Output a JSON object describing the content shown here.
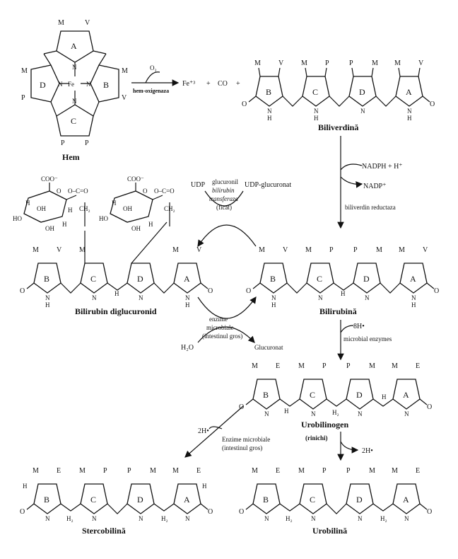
{
  "molecules": {
    "hem": {
      "name": "Hem",
      "center": "Fe",
      "rings": [
        "A",
        "B",
        "C",
        "D"
      ],
      "n": "N",
      "top": [
        "M",
        "V"
      ],
      "right": [
        "M",
        "V"
      ],
      "left": [
        "M",
        "P"
      ],
      "bottom": [
        "P",
        "P"
      ]
    },
    "biliverdina": {
      "name": "Biliverdină",
      "rings": [
        "B",
        "C",
        "D",
        "A"
      ],
      "substituents": [
        "M",
        "V",
        "M",
        "P",
        "P",
        "M",
        "M",
        "V"
      ],
      "n": "N",
      "nh": "N\nH",
      "h": "H",
      "o": "O"
    },
    "bilirubin_diglucuronid": {
      "name": "Bilirubin diglucuronid",
      "rings": [
        "B",
        "C",
        "D",
        "A"
      ],
      "substituents": [
        "M",
        "V",
        "M",
        "M",
        "V"
      ],
      "h": "H",
      "n": "N",
      "o": "O",
      "sugar_labels": [
        "COO⁻",
        "O",
        "O–C=O",
        "OH",
        "HO",
        "H",
        "H",
        "OH",
        "H",
        "CH₂",
        "CH₂",
        "H",
        "H"
      ]
    },
    "bilirubina": {
      "name": "Bilirubină",
      "rings": [
        "B",
        "C",
        "D",
        "A"
      ],
      "substituents": [
        "M",
        "V",
        "M",
        "P",
        "P",
        "M",
        "M",
        "V"
      ],
      "h": "H",
      "n": "N",
      "o": "O"
    },
    "urobilinogen": {
      "name": "Urobilinogen",
      "rings": [
        "B",
        "C",
        "D",
        "A"
      ],
      "substituents": [
        "M",
        "E",
        "M",
        "P",
        "P",
        "M",
        "M",
        "E"
      ],
      "h": "H",
      "h2": "H₂",
      "n": "N",
      "o": "O"
    },
    "stercobilina": {
      "name": "Stercobilină",
      "rings": [
        "B",
        "C",
        "D",
        "A"
      ],
      "substituents": [
        "M",
        "E",
        "M",
        "P",
        "P",
        "M",
        "M",
        "E"
      ],
      "h": "H",
      "h2": "H₂",
      "n": "N",
      "o": "O"
    },
    "urobilina": {
      "name": "Urobilină",
      "rings": [
        "B",
        "C",
        "D",
        "A"
      ],
      "substituents": [
        "M",
        "E",
        "M",
        "P",
        "P",
        "M",
        "M",
        "E"
      ],
      "h": "H",
      "h2": "H₂",
      "n": "N",
      "o": "O"
    }
  },
  "reactions": {
    "heme_oxygenase": {
      "enzyme": "hem-oxigenaza",
      "cofactor": "O₂",
      "products": [
        "Fe⁺³",
        "+",
        "CO",
        "+"
      ]
    },
    "biliverdin_reductase": {
      "enzyme": "biliverdin reductaza",
      "cofactor_in": "NADPH + H⁺",
      "cofactor_out": "NADP⁺"
    },
    "conjugation": {
      "enzyme": [
        "glucuronil",
        "bilirubin",
        "transferaza",
        "(ficat)"
      ],
      "udp": "UDP",
      "udp_glucuronat": "UDP-glucuronat"
    },
    "deconjugation": {
      "enzyme": [
        "enzime",
        "microbiale",
        "(intestinul gros)"
      ],
      "water": "H₂O",
      "product": "Glucuronat"
    },
    "reduction_8h": {
      "reagent": "8H•",
      "enzyme": "microbial enzymes"
    },
    "stercobilin_path": {
      "reagent": "2H•",
      "enzyme": [
        "Enzime microbiale",
        "(intestinul gros)"
      ]
    },
    "urobilin_path": {
      "location": "(rinichi)",
      "product": "2H•"
    }
  }
}
